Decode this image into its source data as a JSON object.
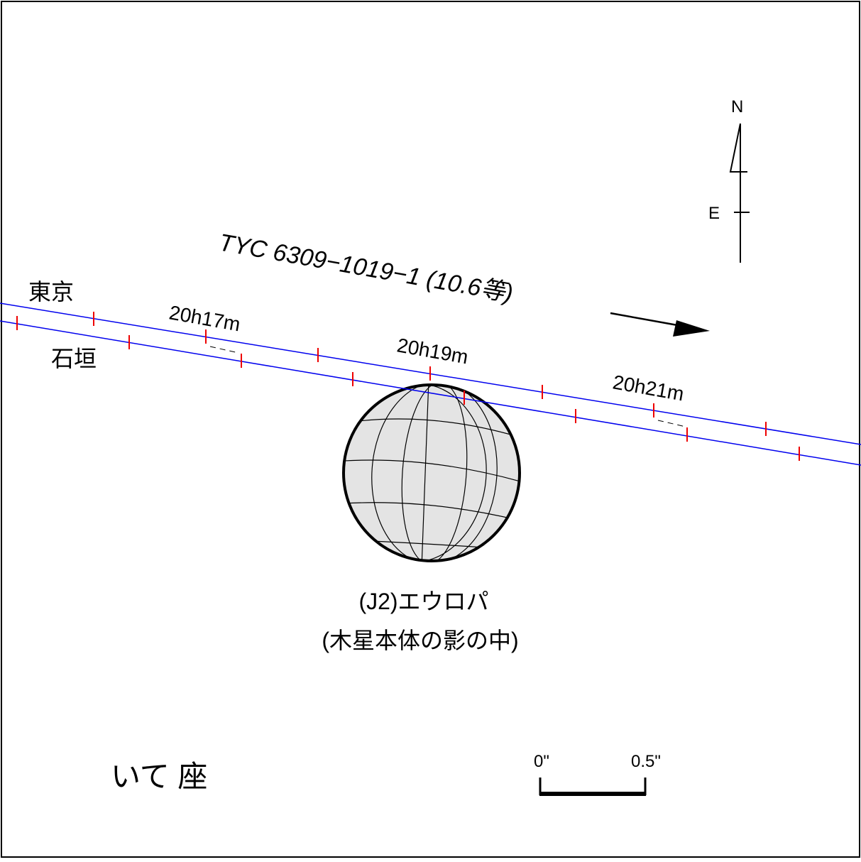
{
  "title": "TYC 6309−1019−1 (10.6等)",
  "sites": [
    "東京",
    "石垣"
  ],
  "time_labels": [
    "20h17m",
    "20h19m",
    "20h21m"
  ],
  "compass": {
    "north": "N",
    "east": "E"
  },
  "body": {
    "name": "(J2)エウロパ",
    "note": "(木星本体の影の中)"
  },
  "constellation": "いて 座",
  "scale_bar": {
    "start_label": "0\"",
    "end_label": "0.5\""
  },
  "colors": {
    "track_line": "#0000ee",
    "tick_mark": "#ee0000",
    "body_fill": "#e4e4e4",
    "frame": "#000000"
  }
}
